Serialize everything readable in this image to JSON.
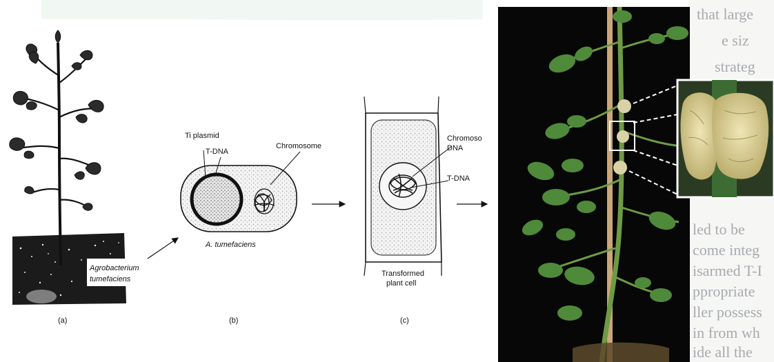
{
  "panels": {
    "a": {
      "caption": "(a)",
      "bacterium_label_line1": "Agrobacterium",
      "bacterium_label_line2": "tumefaciens"
    },
    "b": {
      "caption": "(b)",
      "label_ti_plasmid": "Ti plasmid",
      "label_tdna": "T-DNA",
      "label_chromosome": "Chromosome",
      "species_label": "A. tumefaciens"
    },
    "c": {
      "caption": "(c)",
      "label_chromosome_line1": "Chromoso",
      "label_chromosome_line2": "DNA",
      "label_tdna": "T-DNA",
      "cell_label_line1": "Transformed",
      "cell_label_line2": "plant cell"
    },
    "photo": {
      "background_text_lines": [
        "that large",
        "e siz",
        "strateg",
        "led to be",
        "come integ",
        "isarmed T-I",
        "ppropriate",
        "ller possess",
        "in from wh",
        "ide all the"
      ]
    }
  },
  "colors": {
    "ink": "#111111",
    "soil": "#1b1b1b",
    "photo_bg": "#070707",
    "leaf": "#4f8a3a",
    "leaf_dark": "#2f5f24",
    "gall": "#d8cf9a",
    "page_text": "#9aa0a6",
    "top_bar": "#eaf3ec"
  }
}
